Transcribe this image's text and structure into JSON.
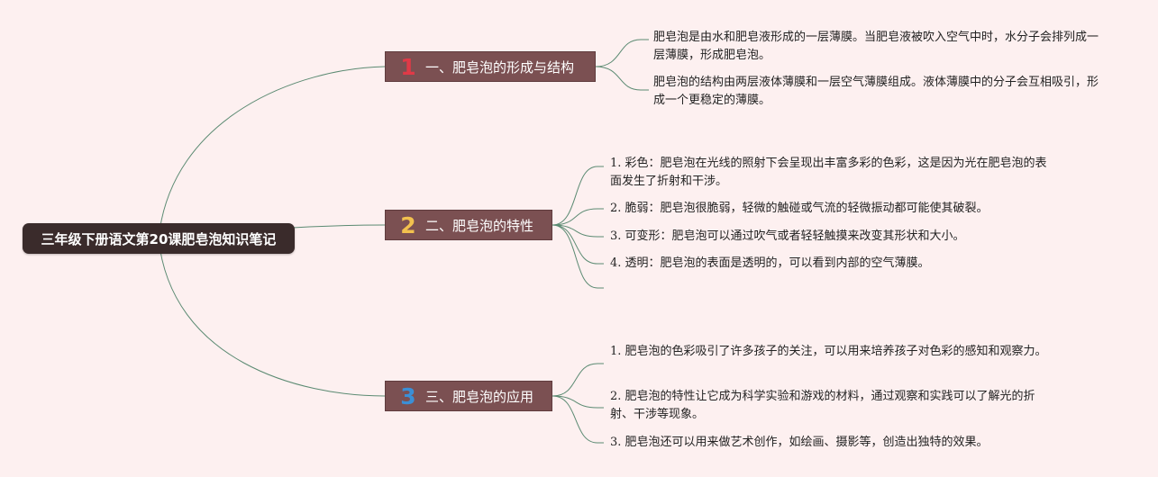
{
  "root": {
    "title": "三年级下册语文第20课肥皂泡知识笔记"
  },
  "colors": {
    "background": "#fdf0f0",
    "root_fill": "#3a2b2b",
    "branch_fill": "#7b5052",
    "link": "#5b8a72"
  },
  "branches": [
    {
      "number": "1",
      "number_color": "#e03a47",
      "label": "一、肥皂泡的形成与结构",
      "items": [
        "肥皂泡是由水和肥皂液形成的一层薄膜。当肥皂液被吹入空气中时，水分子会排列成一层薄膜，形成肥皂泡。",
        "肥皂泡的结构由两层液体薄膜和一层空气薄膜组成。液体薄膜中的分子会互相吸引，形成一个更稳定的薄膜。"
      ]
    },
    {
      "number": "2",
      "number_color": "#f2c14e",
      "label": "二、肥皂泡的特性",
      "items": [
        "1. 彩色：肥皂泡在光线的照射下会呈现出丰富多彩的色彩，这是因为光在肥皂泡的表面发生了折射和干涉。",
        "2. 脆弱：肥皂泡很脆弱，轻微的触碰或气流的轻微振动都可能使其破裂。",
        "3. 可变形：肥皂泡可以通过吹气或者轻轻触摸来改变其形状和大小。",
        "4. 透明：肥皂泡的表面是透明的，可以看到内部的空气薄膜。",
        ""
      ]
    },
    {
      "number": "3",
      "number_color": "#3b8fd6",
      "label": "三、肥皂泡的应用",
      "items": [
        "1. 肥皂泡的色彩吸引了许多孩子的关注，可以用来培养孩子对色彩的感知和观察力。",
        "2. 肥皂泡的特性让它成为科学实验和游戏的材料，通过观察和实践可以了解光的折射、干涉等现象。",
        "3. 肥皂泡还可以用来做艺术创作，如绘画、摄影等，创造出独特的效果。"
      ]
    }
  ]
}
